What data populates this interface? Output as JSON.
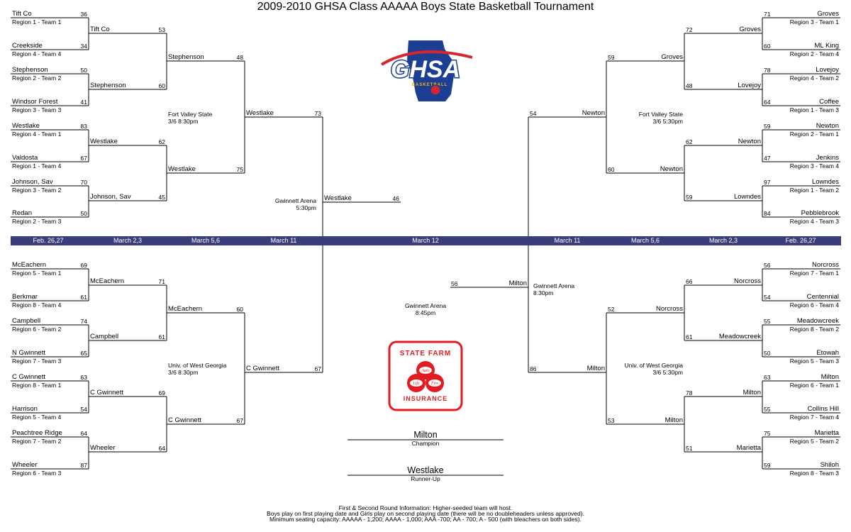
{
  "title": "2009-2010 GHSA Class AAAAA Boys State Basketball Tournament",
  "dates": {
    "left": [
      "Feb. 26,27",
      "March 2,3",
      "March 5,6",
      "March 11"
    ],
    "center": "March 12",
    "right": [
      "March 11",
      "March 5,6",
      "March 2,3",
      "Feb. 26,27"
    ]
  },
  "left_top_r1": [
    {
      "name": "Tift Co",
      "seed": "Region 1 - Team 1",
      "score": "36"
    },
    {
      "name": "Creekside",
      "seed": "Region 4 - Team 4",
      "score": "34"
    },
    {
      "name": "Stephenson",
      "seed": "Region 2 - Team 2",
      "score": "50"
    },
    {
      "name": "Windsor Forest",
      "seed": "Region 3 - Team 3",
      "score": "41"
    },
    {
      "name": "Westlake",
      "seed": "Region 4 - Team 1",
      "score": "83"
    },
    {
      "name": "Valdosta",
      "seed": "Region 1 - Team 4",
      "score": "67"
    },
    {
      "name": "Johnson, Sav",
      "seed": "Region 3 - Team 2",
      "score": "70"
    },
    {
      "name": "Redan",
      "seed": "Region 2 - Team 3",
      "score": "50"
    }
  ],
  "left_top_r2": [
    {
      "name": "Tift Co",
      "score": "53"
    },
    {
      "name": "Stephenson",
      "score": "60"
    },
    {
      "name": "Westlake",
      "score": "62"
    },
    {
      "name": "Johnson, Sav",
      "score": "45"
    }
  ],
  "left_top_r3": [
    {
      "name": "Stephenson",
      "score": "48"
    },
    {
      "name": "Westlake",
      "score": "75"
    }
  ],
  "left_top_r4": {
    "name": "Westlake",
    "score": "73"
  },
  "left_top_venue": {
    "name": "Fort Valley State",
    "time": "3/6 8:30pm"
  },
  "left_bottom_r1": [
    {
      "name": "McEachern",
      "seed": "Region 5 - Team 1",
      "score": "69"
    },
    {
      "name": "Berkmar",
      "seed": "Region 8 - Team 4",
      "score": "61"
    },
    {
      "name": "Campbell",
      "seed": "Region 6 - Team 2",
      "score": "74"
    },
    {
      "name": "N Gwinnett",
      "seed": "Region 7 - Team 3",
      "score": "65"
    },
    {
      "name": "C Gwinnett",
      "seed": "Region 8 - Team 1",
      "score": "63"
    },
    {
      "name": "Harrison",
      "seed": "Region 5 - Team 4",
      "score": "54"
    },
    {
      "name": "Peachtree Ridge",
      "seed": "Region 7 - Team 2",
      "score": "64"
    },
    {
      "name": "Wheeler",
      "seed": "Region 6 - Team 3",
      "score": "87"
    }
  ],
  "left_bottom_r2": [
    {
      "name": "McEachern",
      "score": "71"
    },
    {
      "name": "Campbell",
      "score": "61"
    },
    {
      "name": "C Gwinnett",
      "score": "69"
    },
    {
      "name": "Wheeler",
      "score": "64"
    }
  ],
  "left_bottom_r3": [
    {
      "name": "McEachern",
      "score": "60"
    },
    {
      "name": "C Gwinnett",
      "score": "67"
    }
  ],
  "left_bottom_r4": {
    "name": "C Gwinnett",
    "score": "67"
  },
  "left_bottom_venue": {
    "name": "Univ. of West Georgia",
    "time": "3/6 8:30pm"
  },
  "left_semi": {
    "venue": "Gwinnett Arena",
    "time": "5:30pm",
    "name": "Westlake",
    "score": "46"
  },
  "right_top_r1": [
    {
      "name": "Groves",
      "seed": "Region 3 - Team 1",
      "score": "71"
    },
    {
      "name": "ML King",
      "seed": "Region 2 - Team 4",
      "score": "60"
    },
    {
      "name": "Lovejoy",
      "seed": "Region 4 - Team 2",
      "score": "78"
    },
    {
      "name": "Coffee",
      "seed": "Region 1 - Team 3",
      "score": "64"
    },
    {
      "name": "Newton",
      "seed": "Region 2 - Team 1",
      "score": "59"
    },
    {
      "name": "Jenkins",
      "seed": "Region 3 - Team 4",
      "score": "47"
    },
    {
      "name": "Lowndes",
      "seed": "Region 1 - Team 2",
      "score": "97"
    },
    {
      "name": "Pebblebrook",
      "seed": "Region 4 - Team 3",
      "score": "84"
    }
  ],
  "right_top_r2": [
    {
      "name": "Groves",
      "score": "72"
    },
    {
      "name": "Lovejoy",
      "score": "48"
    },
    {
      "name": "Newton",
      "score": "62"
    },
    {
      "name": "Lowndes",
      "score": "59"
    }
  ],
  "right_top_r3": [
    {
      "name": "Groves",
      "score": "59"
    },
    {
      "name": "Newton",
      "score": "60"
    }
  ],
  "right_top_r4": {
    "name": "Newton",
    "score": "54"
  },
  "right_top_venue": {
    "name": "Fort Valley State",
    "time": "3/6 5:30pm"
  },
  "right_bottom_r1": [
    {
      "name": "Norcross",
      "seed": "Region 7 - Team 1",
      "score": "56"
    },
    {
      "name": "Centennial",
      "seed": "Region 6 - Team 4",
      "score": "54"
    },
    {
      "name": "Meadowcreek",
      "seed": "Region 8 - Team 2",
      "score": "55"
    },
    {
      "name": "Etowah",
      "seed": "Region 5 - Team 3",
      "score": "50"
    },
    {
      "name": "Milton",
      "seed": "Region 6 - Team 1",
      "score": "63"
    },
    {
      "name": "Collins Hill",
      "seed": "Region 7 - Team 4",
      "score": "55"
    },
    {
      "name": "Marietta",
      "seed": "Region 5 - Team 2",
      "score": "75"
    },
    {
      "name": "Shiloh",
      "seed": "Region 8 - Team 3",
      "score": "59"
    }
  ],
  "right_bottom_r2": [
    {
      "name": "Norcross",
      "score": "66"
    },
    {
      "name": "Meadowcreek",
      "score": "61"
    },
    {
      "name": "Milton",
      "score": "78"
    },
    {
      "name": "Marietta",
      "score": "51"
    }
  ],
  "right_bottom_r3": [
    {
      "name": "Norcross",
      "score": "52"
    },
    {
      "name": "Milton",
      "score": "53"
    }
  ],
  "right_bottom_r4": {
    "name": "Milton",
    "score": "86"
  },
  "right_bottom_venue": {
    "name": "Univ. of  West Georgia",
    "time": "3/6 5:30pm"
  },
  "right_semi": {
    "venue": "Gwinnett Arena",
    "time": "8:30pm",
    "name": "Milton",
    "score": "56"
  },
  "final": {
    "venue": "Gwinnett Arena",
    "time": "8:45pm",
    "champion": "Milton",
    "champion_label": "Champion",
    "runner_up": "Westlake",
    "runner_up_label": "Runner-Up"
  },
  "logos": {
    "ghsa_text": "GHSA",
    "ghsa_sub": "BASKETBALL",
    "sf_top": "STATE FARM",
    "sf_bottom": "INSURANCE",
    "sf_rings": [
      "Auto",
      "Life",
      "Fire"
    ],
    "ghsa_blue": "#1c3f94",
    "ghsa_red": "#d8262f",
    "ghsa_gold": "#f2b705",
    "sf_red": "#e31b23"
  },
  "footer": [
    "First & Second Round Information:  Higher-seeded team will host.",
    "Boys play on first playing date and Girls play on second playing date (there will be no doubleheaders unless approved).",
    "Minimum seating capacity: AAAAA - 1,200; AAAA - 1,000; AAA -700; AA - 700; A - 500 (with bleachers on both sides)."
  ],
  "colors": {
    "date_bar": "#3a3d7a",
    "lines": "#000000"
  }
}
